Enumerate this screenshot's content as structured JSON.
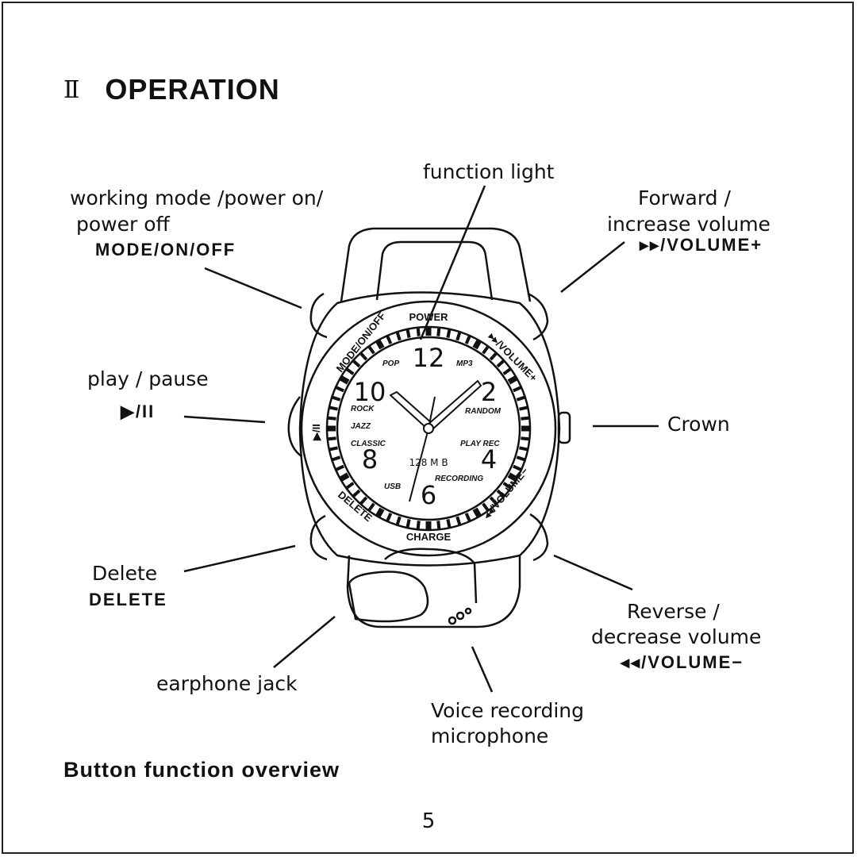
{
  "section": {
    "numeral": "Ⅱ",
    "title": "OPERATION"
  },
  "labels": {
    "mode": {
      "line1": "working mode /power on/",
      "line2": "power off",
      "code": "MODE/ON/OFF"
    },
    "function_light": "function light",
    "forward": {
      "line1": "Forward /",
      "line2": "increase volume",
      "code": "▸▸/VOLUME+"
    },
    "play_pause": {
      "text": "play / pause",
      "code": "▶/II"
    },
    "crown": "Crown",
    "delete": {
      "text": "Delete",
      "code": "DELETE"
    },
    "reverse": {
      "line1": "Reverse /",
      "line2": "decrease volume",
      "code": "◂◂/VOLUME−"
    },
    "earphone": "earphone jack",
    "mic": {
      "line1": "Voice recording",
      "line2": "microphone"
    }
  },
  "watch_face": {
    "bezel": {
      "power": "POWER",
      "mode": "MODE/ON/OFF",
      "vol_up": "▸▸/VOLUME+",
      "play": "▶/II",
      "delete": "DELETE",
      "charge": "CHARGE",
      "vol_down": "◂◂/VOLUME−"
    },
    "numerals": {
      "n12": "12",
      "n2": "2",
      "n4": "4",
      "n6": "6",
      "n8": "8",
      "n10": "10"
    },
    "modes": {
      "pop": "POP",
      "mp3": "MP3",
      "rock": "ROCK",
      "random": "RANDOM",
      "jazz": "JAZZ",
      "classic": "CLASSIC",
      "playrec": "PLAY REC",
      "memory": "128 M B",
      "recording": "RECORDING",
      "usb": "USB"
    }
  },
  "caption": "Button function overview",
  "page_number": "5"
}
